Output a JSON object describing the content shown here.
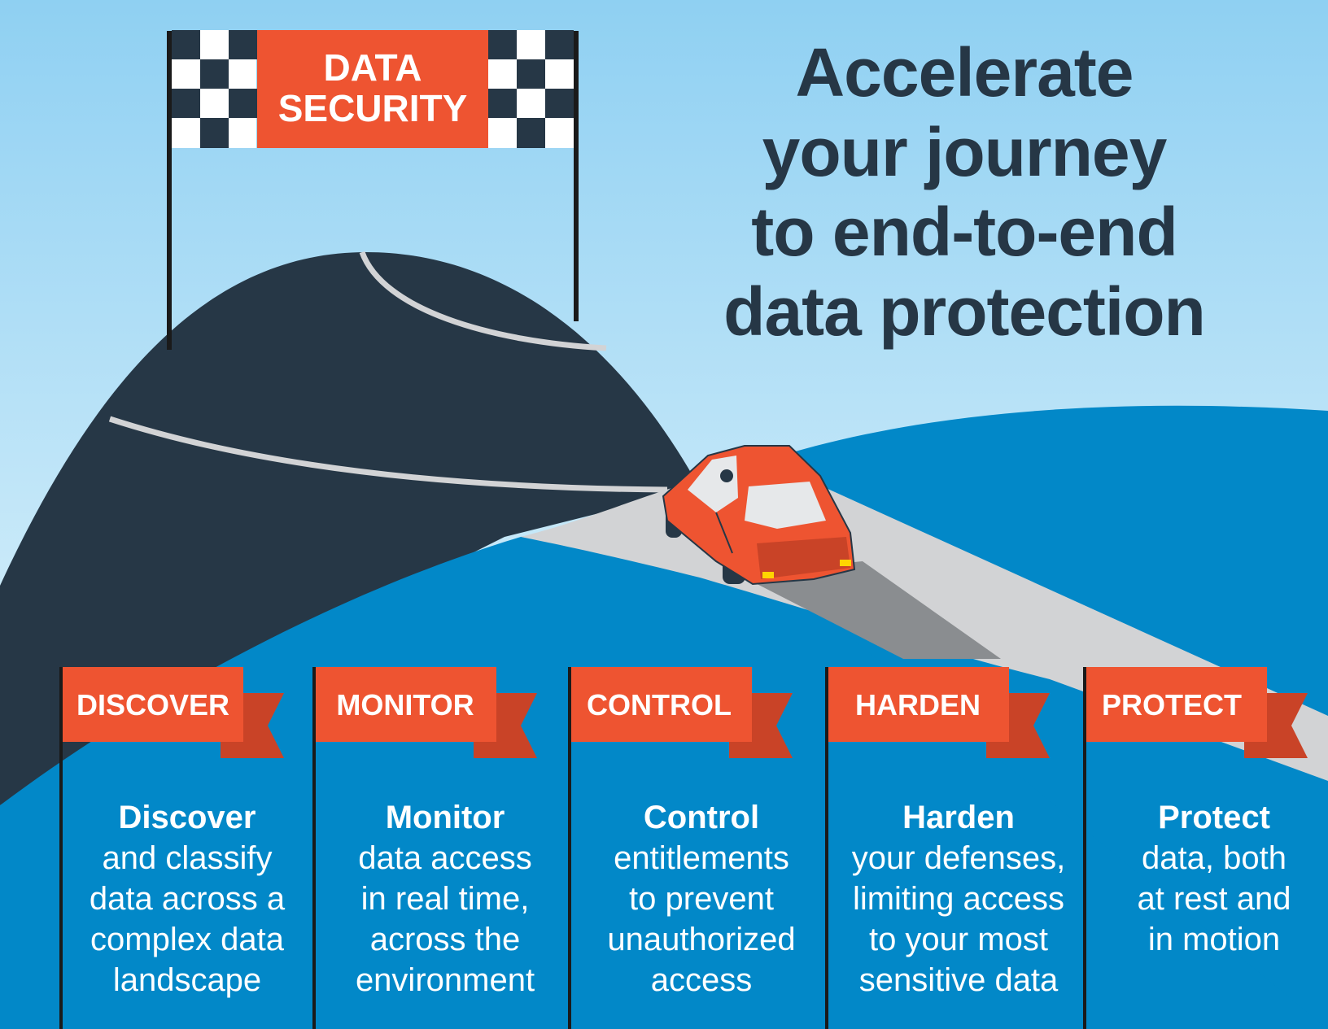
{
  "colors": {
    "sky_top": "#8ccff2",
    "sky_bottom": "#e8f6fd",
    "hill": "#263746",
    "ground": "#0288c8",
    "road": "#d2d3d5",
    "shadow": "#8a8d90",
    "accent": "#ee5431",
    "accent_dark": "#c94327",
    "pole": "#1a1a1a",
    "checker_dark": "#263746",
    "text_dark": "#263746",
    "text_light": "#ffffff"
  },
  "flag": {
    "line1": "DATA",
    "line2": "SECURITY"
  },
  "headline": {
    "line1": "Accelerate",
    "line2": "your journey",
    "line3": "to end-to-end",
    "line4": "data protection"
  },
  "steps": [
    {
      "title": "DISCOVER",
      "lead": "Discover",
      "lines": [
        "and classify",
        "data across a",
        "complex data",
        "landscape"
      ]
    },
    {
      "title": "MONITOR",
      "lead": "Monitor",
      "lines": [
        "data access",
        "in real time,",
        "across the",
        "environment"
      ]
    },
    {
      "title": "CONTROL",
      "lead": "Control",
      "lines": [
        "entitlements",
        "to prevent",
        "unauthorized",
        "access"
      ]
    },
    {
      "title": "HARDEN",
      "lead": "Harden",
      "lines": [
        "your defenses,",
        "limiting access",
        "to your most",
        "sensitive data"
      ]
    },
    {
      "title": "PROTECT",
      "lead": "Protect",
      "lines": [
        "data, both",
        "at rest and",
        "in motion"
      ]
    }
  ],
  "icons": {
    "car": "red-car-icon",
    "flag": "checkered-finish-flag-icon"
  }
}
